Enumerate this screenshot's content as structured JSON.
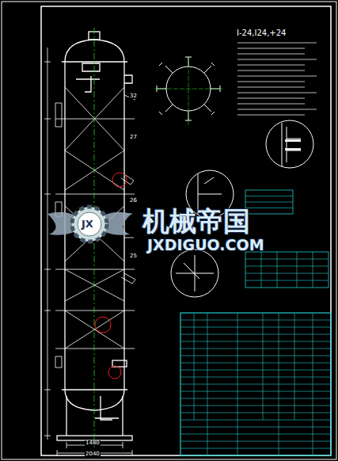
{
  "diagram": {
    "labels": [
      "I-24,I24,+24",
      "JX",
      "机械帝国",
      "JXDIGUO.COM",
      "1480",
      "2040",
      "32",
      "27",
      "26",
      "25"
    ]
  }
}
